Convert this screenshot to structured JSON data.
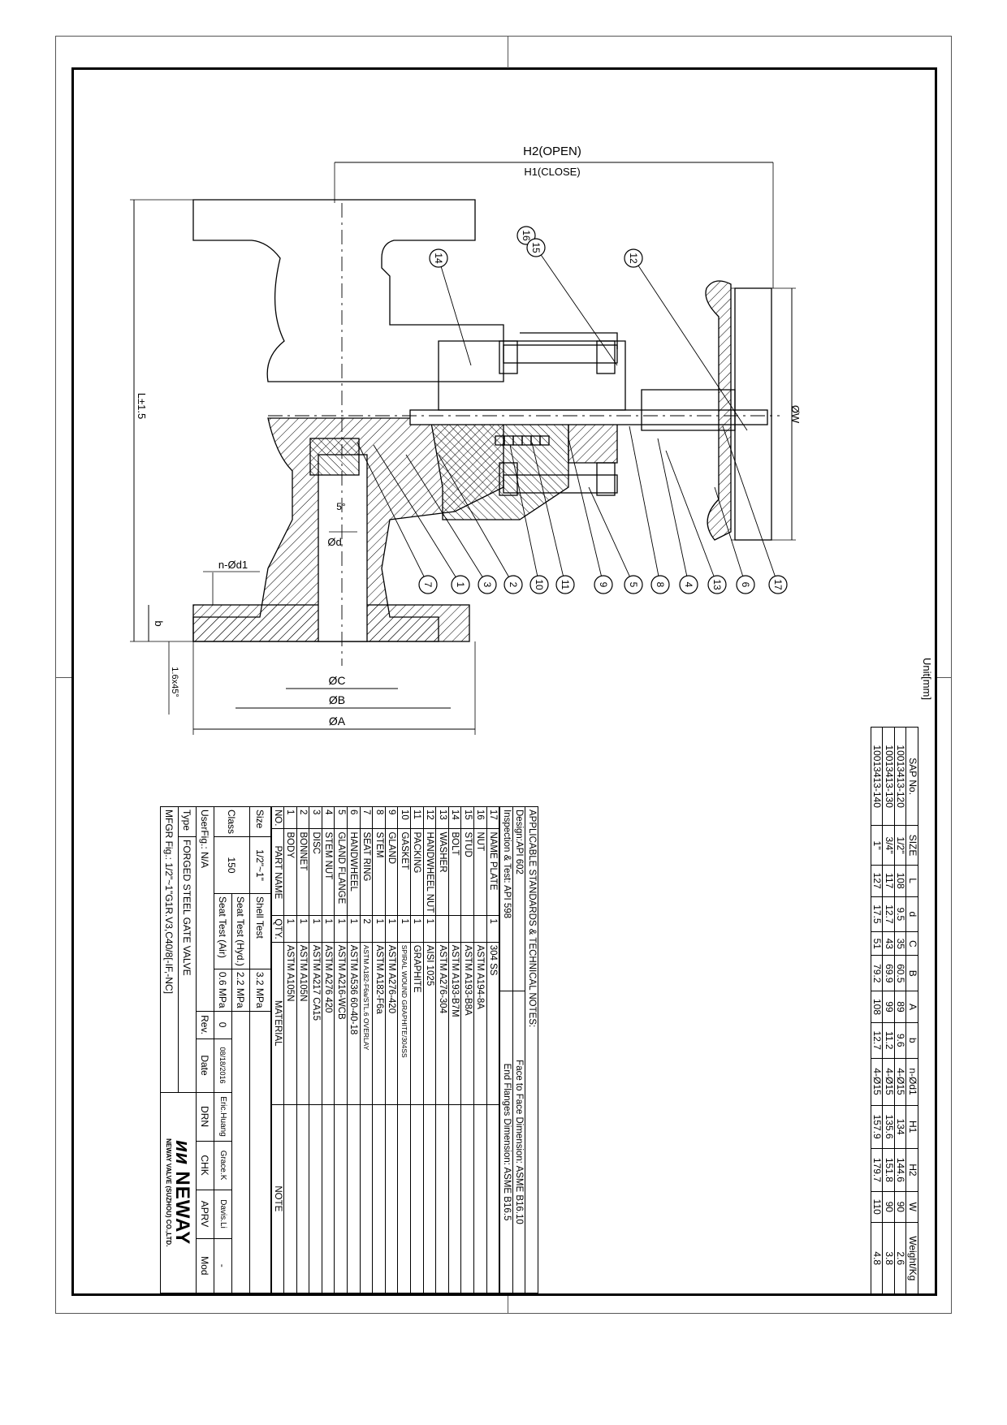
{
  "drawing": {
    "dimension_labels": {
      "h2": "H2(OPEN)",
      "h1": "H1(CLOSE)",
      "l": "L±1.5",
      "w": "ØW",
      "c": "ØC",
      "b_dia": "ØB",
      "a": "ØA",
      "d": "Ød",
      "nd1": "n-Ød1",
      "b": "b",
      "angle": "5°",
      "chamfer": "1.6x45°"
    },
    "balloons": [
      "16",
      "15",
      "14",
      "12",
      "7",
      "1",
      "3",
      "2",
      "10",
      "11",
      "9",
      "5",
      "8",
      "4",
      "13",
      "6",
      "17"
    ]
  },
  "unit_label": "Unit[mm]",
  "size_table": {
    "headers": [
      "SAP No.",
      "SIZE",
      "L",
      "d",
      "C",
      "B",
      "A",
      "b",
      "n-Ød1",
      "H1",
      "H2",
      "W",
      "Weight/Kg"
    ],
    "rows": [
      [
        "10013413-120",
        "1/2\"",
        "108",
        "9.5",
        "35",
        "60.5",
        "89",
        "9.6",
        "4-Ø15",
        "134",
        "144.6",
        "90",
        "2.6"
      ],
      [
        "10013413-130",
        "3/4\"",
        "117",
        "12.7",
        "43",
        "69.9",
        "99",
        "11.2",
        "4-Ø15",
        "135.6",
        "151.8",
        "90",
        "3.8"
      ],
      [
        "10013413-140",
        "1\"",
        "127",
        "17.5",
        "51",
        "79.2",
        "108",
        "12.7",
        "4-Ø15",
        "157.9",
        "179.7",
        "110",
        "4.8"
      ]
    ]
  },
  "notes": {
    "title": "APPLICABLE STANDARDS & TECHNICAL NOTES:",
    "design": "Design:API 602",
    "inspection": "Inspection & Test: API 598",
    "face_to_face": "Face to Face Dimension: ASME B16.10",
    "end_flanges": "End Flanges Dimension: ASME B16.5"
  },
  "parts": {
    "headers": {
      "no": "NO.",
      "name": "PART NAME",
      "qty": "QTY.",
      "material": "MATERIAL",
      "note": "NOTE"
    },
    "rows": [
      {
        "no": "17",
        "name": "NAME PLATE",
        "qty": "1",
        "material": "304 SS"
      },
      {
        "no": "16",
        "name": "NUT",
        "qty": "",
        "material": "ASTM A194-8A"
      },
      {
        "no": "15",
        "name": "STUD",
        "qty": "",
        "material": "ASTM A193-B8A"
      },
      {
        "no": "14",
        "name": "BOLT",
        "qty": "",
        "material": "ASTM A193-B7M"
      },
      {
        "no": "13",
        "name": "WASHER",
        "qty": "",
        "material": "ASTM A276-304"
      },
      {
        "no": "12",
        "name": "HANDWHEEL NUT",
        "qty": "1",
        "material": "AISI 1025"
      },
      {
        "no": "11",
        "name": "PACKING",
        "qty": "1",
        "material": "GRAPHITE"
      },
      {
        "no": "10",
        "name": "GASKET",
        "qty": "1",
        "material": "SPIRAL WOUND GRAPHITE/304SS"
      },
      {
        "no": "9",
        "name": "GLAND",
        "qty": "1",
        "material": "ASTM A276-420"
      },
      {
        "no": "8",
        "name": "STEM",
        "qty": "1",
        "material": "ASTM A182-F6a"
      },
      {
        "no": "7",
        "name": "SEAT RING",
        "qty": "2",
        "material": "ASTM A182-F6a/STL.6 OVERLAY"
      },
      {
        "no": "6",
        "name": "HANDWHEEL",
        "qty": "1",
        "material": "ASTM A536 60-40-18"
      },
      {
        "no": "5",
        "name": "GLAND FLANGE",
        "qty": "1",
        "material": "ASTM A216-WCB"
      },
      {
        "no": "4",
        "name": "STEM NUT",
        "qty": "1",
        "material": "ASTM A276 420"
      },
      {
        "no": "3",
        "name": "DISC",
        "qty": "1",
        "material": "ASTM A217 CA15"
      },
      {
        "no": "2",
        "name": "BONNET",
        "qty": "1",
        "material": "ASTM A105N"
      },
      {
        "no": "1",
        "name": "BODY",
        "qty": "1",
        "material": "ASTM A105N"
      }
    ]
  },
  "title_block": {
    "size_label": "Size",
    "size_value": "1/2\"~1\"",
    "class_label": "Class",
    "class_value": "150",
    "shell_test_label": "Shell Test",
    "shell_test_value": "3.2  MPa",
    "seat_hyd_label": "Seat Test (Hyd.)",
    "seat_hyd_value": "2.2  MPa",
    "seat_air_label": "Seat Test (Air)",
    "seat_air_value": "0.6  MPa",
    "userfig": "UserFig.: N/A",
    "type_label": "Type",
    "type_value": "FORGED STEEL GATE VALVE",
    "mfgr": "MFGR Fig.:   1/2\"~1\"G1R.V3,C40/8[-IF,-NC]",
    "rev_headers": [
      "Rev.",
      "Date",
      "DRN",
      "CHK",
      "APRV",
      "Mod"
    ],
    "rev_row": [
      "0",
      "08/18/2016",
      "Eric.Huang",
      "Grace.K",
      "Davis.Li",
      "-"
    ],
    "logo": "NEWAY",
    "company": "NEWAY VALVE (SUZHOU) CO.,LTD."
  }
}
